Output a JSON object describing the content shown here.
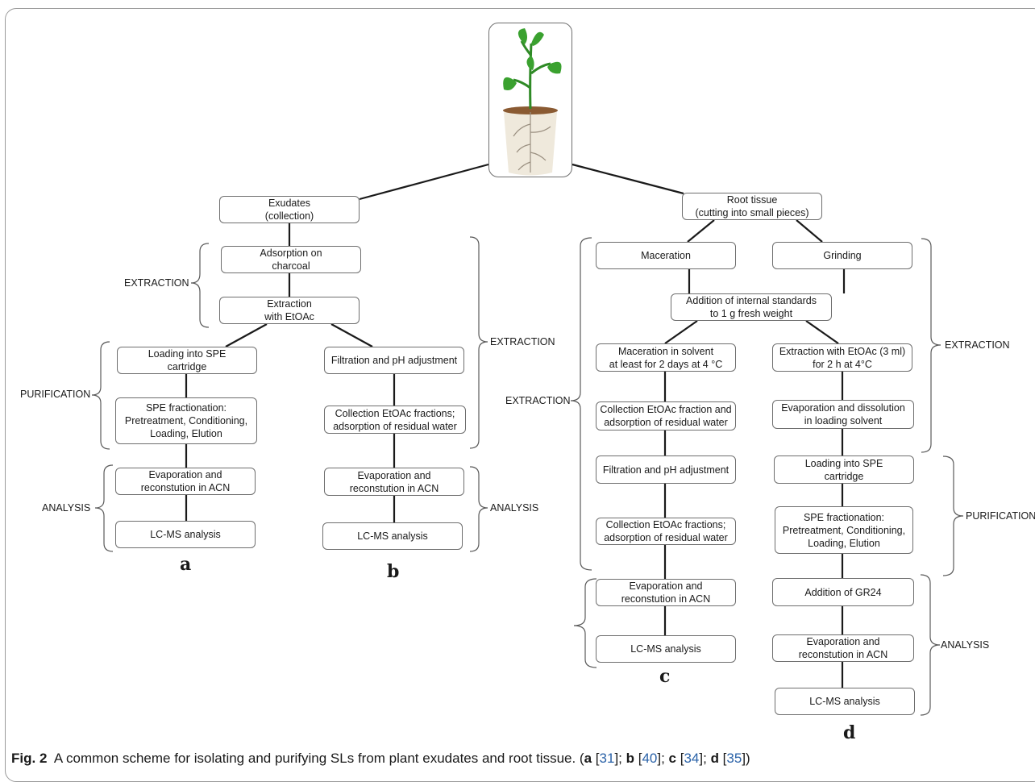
{
  "panels": {
    "a": {
      "letter": "a",
      "boxes": [
        "Exudates\n(collection)",
        "Adsorption on\ncharcoal",
        "Extraction\nwith EtOAc",
        "Loading into SPE\ncartridge",
        "SPE fractionation:\nPretreatment, Conditioning,\nLoading, Elution",
        "Evaporation and\nreconstution in ACN",
        "LC-MS analysis"
      ],
      "stages": [
        "EXTRACTION",
        "PURIFICATION",
        "ANALYSIS"
      ]
    },
    "b": {
      "letter": "b",
      "boxes": [
        "Filtration and pH adjustment",
        "Collection EtOAc fractions;\nadsorption of residual water",
        "Evaporation and\nreconstution in ACN",
        "LC-MS analysis"
      ],
      "stages": [
        "EXTRACTION",
        "ANALYSIS"
      ]
    },
    "root": {
      "box": "Root tissue\n(cutting into small pieces)",
      "maceration": "Maceration",
      "grinding": "Grinding",
      "internal_standards": "Addition of internal standards\nto 1 g fresh weight"
    },
    "c": {
      "letter": "c",
      "boxes": [
        "Maceration in solvent\nat least for 2 days at 4 °C",
        "Collection EtOAc fraction and\nadsorption of residual water",
        "Filtration and pH adjustment",
        "Collection EtOAc fractions;\nadsorption of residual water",
        "Evaporation and\nreconstution in ACN",
        "LC-MS analysis"
      ],
      "stages": [
        "EXTRACTION"
      ]
    },
    "d": {
      "letter": "d",
      "boxes": [
        "Extraction with EtOAc (3 ml)\nfor 2 h at 4°C",
        "Evaporation and dissolution\nin loading solvent",
        "Loading into SPE\ncartridge",
        "SPE fractionation:\nPretreatment, Conditioning,\nLoading, Elution",
        "Addition of GR24",
        "Evaporation and\nreconstution in ACN",
        "LC-MS analysis"
      ],
      "stages": [
        "EXTRACTION",
        "PURIFICATION",
        "ANALYSIS"
      ]
    }
  },
  "caption": {
    "label": "Fig. 2",
    "text": "A common scheme for isolating and purifying SLs from plant exudates and root tissue. (",
    "refs": [
      {
        "letter": "a",
        "ref": "31"
      },
      {
        "letter": "b",
        "ref": "40"
      },
      {
        "letter": "c",
        "ref": "34"
      },
      {
        "letter": "d",
        "ref": "35"
      }
    ]
  },
  "colors": {
    "box_border": "#6e6e6e",
    "line": "#1a1a1a",
    "ref_link": "#2a62a8",
    "leaf": "#3aa12f",
    "soil": "#8a5a32"
  },
  "plant_icon": "plant-with-roots-icon"
}
